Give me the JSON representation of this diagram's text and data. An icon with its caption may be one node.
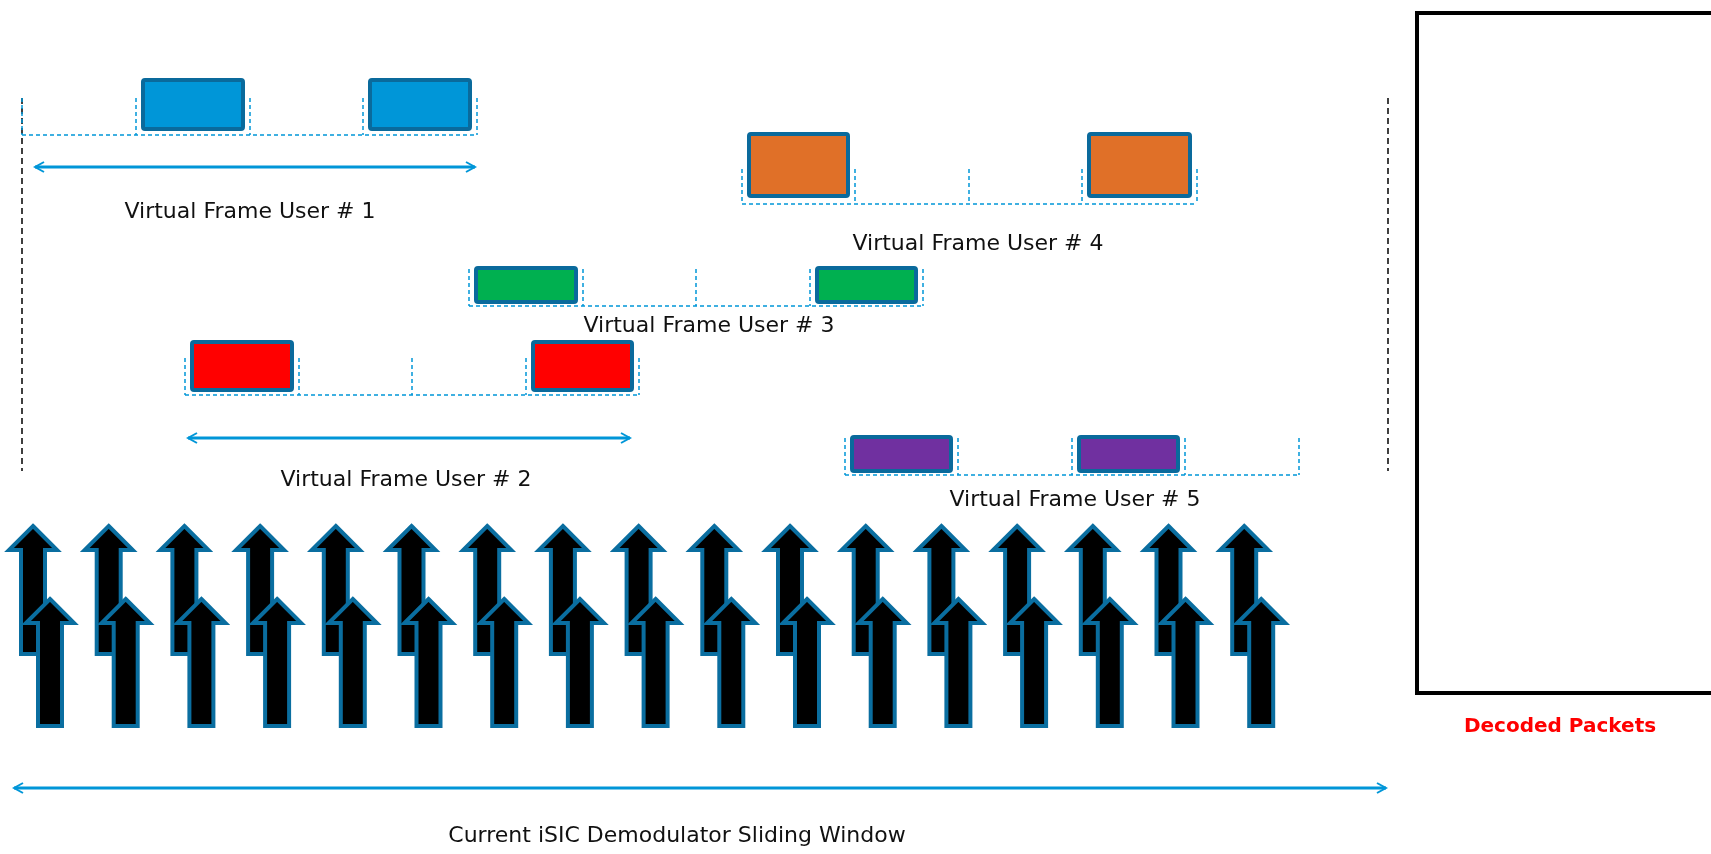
{
  "diagram": {
    "nodes": [
      {
        "text": [
          "Decoded Packets"
        ]
      }
    ],
    "labels": [
      "Virtual Frame User # 1",
      "Virtual Frame User # 4",
      "Virtual Frame User # 3",
      "Virtual Frame User # 2",
      "Virtual Frame User # 5",
      "Current iSIC Demodulator Sliding Window"
    ]
  }
}
